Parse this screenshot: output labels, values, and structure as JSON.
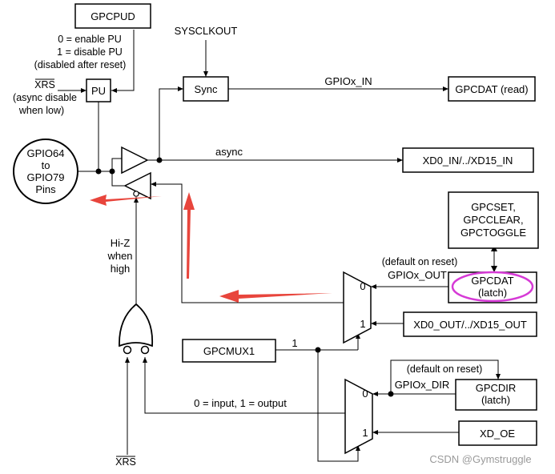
{
  "blocks": {
    "gpcpud": "GPCPUD",
    "pu": "PU",
    "sync": "Sync",
    "gpcdat_read": "GPCDAT (read)",
    "xd_in": "XD0_IN/../XD15_IN",
    "pins": [
      "GPIO64",
      "to",
      "GPIO79",
      "Pins"
    ],
    "gpcset": [
      "GPCSET,",
      "GPCCLEAR,",
      "GPCTOGGLE"
    ],
    "gpcdat_latch": [
      "GPCDAT",
      "(latch)"
    ],
    "xd_out": "XD0_OUT/../XD15_OUT",
    "gpcmux1": "GPCMUX1",
    "gpcdir": [
      "GPCDIR",
      "(latch)"
    ],
    "xd_oe": "XD_OE"
  },
  "labels": {
    "pu_note": [
      "0 = enable PU",
      "1 = disable PU",
      "(disabled after reset)"
    ],
    "xrs_top": "XRS",
    "xrs_note": [
      "(async disable",
      "when low)"
    ],
    "sysclkout": "SYSCLKOUT",
    "gpiox_in": "GPIOx_IN",
    "async": "async",
    "hiz": [
      "Hi-Z",
      "when",
      "high"
    ],
    "default_reset_1": "(default on reset)",
    "gpiox_out": "GPIOx_OUT",
    "mux_zero": "0",
    "mux_one": "1",
    "mux_sel_value": "1",
    "default_reset_2": "(default on reset)",
    "gpiox_dir": "GPIOx_DIR",
    "dir_note": "0 = input, 1 = output",
    "xrs_bottom": "XRS"
  },
  "watermark": "CSDN @Gymstruggle",
  "colors": {
    "annotation_arrow": "#e8453c",
    "highlight_ellipse": "#d63ad6",
    "watermark": "#9a9a9a"
  }
}
